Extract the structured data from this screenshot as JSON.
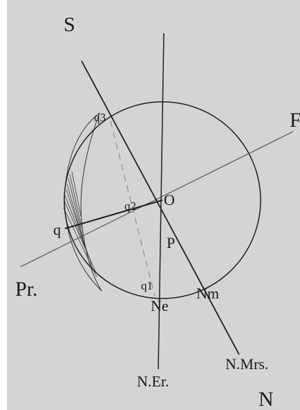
{
  "diagram": {
    "colors": {
      "paper": "#d4d4d4",
      "line": "#1e1e1e",
      "thin_line": "#555555",
      "dashed": "#8a8a8a",
      "hatch": "#333333"
    },
    "labels": {
      "S": "S",
      "F": "F",
      "q3": "q3",
      "q2": "q2",
      "O": "O",
      "q": "q",
      "P": "P",
      "Pr": "Pr.",
      "q1": "q1",
      "Ne": "Ne",
      "Nm": "Nm",
      "NMrs": "N.Mrs.",
      "NEr": "N.Er.",
      "N": "N"
    }
  }
}
